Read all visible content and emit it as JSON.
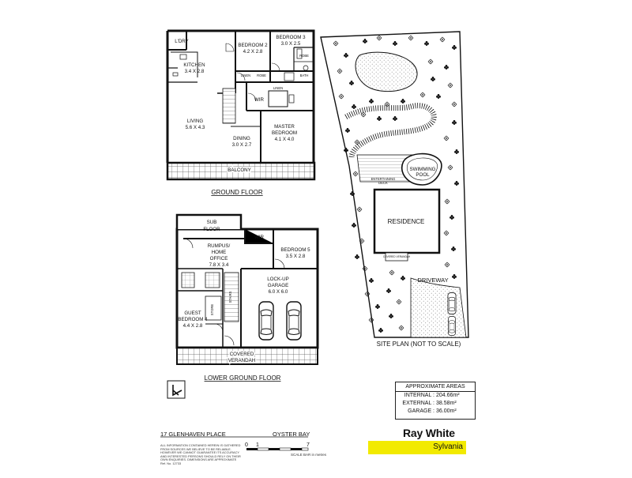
{
  "ground_floor": {
    "title": "GROUND FLOOR",
    "rooms": {
      "laundry": "L'DRY",
      "kitchen_name": "KITCHEN",
      "kitchen_dim": "3.4 X 2.8",
      "bedroom2_name": "BEDROOM 2",
      "bedroom2_dim": "4.2 X 2.8",
      "bedroom3_name": "BEDROOM 3",
      "bedroom3_dim": "3.0 X 2.5",
      "linen1": "LINEN",
      "robe1": "ROBE",
      "robe2": "ROBE",
      "bath": "BATH",
      "linen2": "LINEN",
      "wir": "WIR",
      "living_name": "LIVING",
      "living_dim": "5.6 X 4.3",
      "dining_name": "DINING",
      "dining_dim": "3.0 X 2.7",
      "master_name": "MASTER",
      "master_name2": "BEDROOM",
      "master_dim": "4.1 X 4.0",
      "balcony": "BALCONY"
    }
  },
  "lower_ground_floor": {
    "title": "LOWER GROUND FLOOR",
    "rooms": {
      "sub": "SUB",
      "floor": "FLOOR",
      "wir": "WIR",
      "rumpus1": "RUMPUS/",
      "rumpus2": "HOME",
      "rumpus3": "OFFICE",
      "rumpus_dim": "7.8 X 3.4",
      "bedroom5_name": "BEDROOM 5",
      "bedroom5_dim": "3.5 X 2.8",
      "lockup1": "LOCK-UP",
      "lockup2": "GARAGE",
      "lockup_dim": "6.0 X 6.0",
      "guest1": "GUEST",
      "guest2": "BEDROOM 4",
      "guest_dim": "4.4 X 2.8",
      "covered": "COVERED",
      "verandah": "VERANDAH",
      "stairs": "STAIRS",
      "store": "STORE"
    }
  },
  "site_plan": {
    "title": "SITE PLAN (NOT TO SCALE)",
    "residence": "RESIDENCE",
    "pool1": "SWIMMING",
    "pool2": "POOL",
    "driveway": "DRIVEWAY",
    "entertaining": "ENTERTAINING",
    "deck": "DECK",
    "covered_verandah": "COVERED VERANDAH"
  },
  "areas": {
    "heading": "APPROXIMATE AREAS",
    "internal_label": "INTERNAL :",
    "internal_value": "204.66m²",
    "external_label": "EXTERNAL :",
    "external_value": "38.58m²",
    "garage_label": "GARAGE :",
    "garage_value": "36.00m²"
  },
  "property": {
    "address": "17 GLENHAVEN PLACE",
    "suburb": "OYSTER BAY"
  },
  "scale_bar": {
    "label_0": "0",
    "label_1": "1",
    "label_7": "7",
    "caption": "SCALE BAR in metres"
  },
  "disclaimer": "ALL INFORMATION CONTAINED HEREIN IS GATHERED FROM SOURCES WE BELIEVE TO BE RELIABLE. HOWEVER WE CANNOT GUARANTEE ITS ACCURACY AND INTERESTED PERSONS SHOULD RELY ON THEIR OWN ENQUIRIES. DIMENSIONS ARE APPROXIMATE Ref. No. 12733",
  "agency": {
    "name": "Ray White",
    "office": "Sylvania",
    "band_color": "#f2ea00"
  },
  "icons": [
    "north-arrow-icon",
    "car-icon",
    "tree-icon"
  ]
}
